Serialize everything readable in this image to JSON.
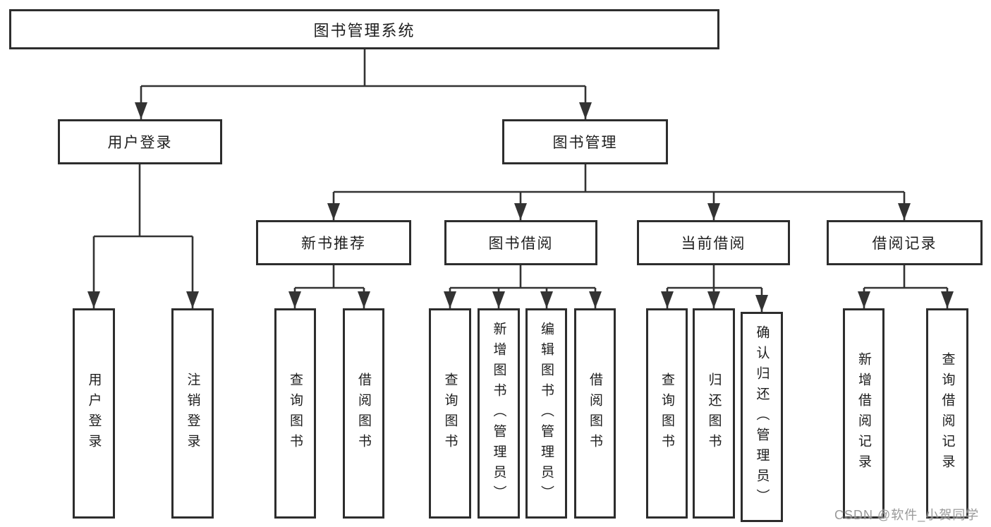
{
  "diagram_type": "hierarchy-functional-structure",
  "colors": {
    "background": "#ffffff",
    "box_border": "#2d2d2d",
    "connector": "#333333",
    "text": "#1e1e1e",
    "watermark": "#8f8f8f"
  },
  "watermark": "CSDN @软件_小贺同学",
  "tree": {
    "label": "图书管理系统",
    "children": [
      {
        "label": "用户登录",
        "children": [
          {
            "label": "用户登录"
          },
          {
            "label": "注销登录"
          }
        ]
      },
      {
        "label": "图书管理",
        "children": [
          {
            "label": "新书推荐",
            "children": [
              {
                "label": "查询图书"
              },
              {
                "label": "借阅图书"
              }
            ]
          },
          {
            "label": "图书借阅",
            "children": [
              {
                "label": "查询图书"
              },
              {
                "label": "新增图书（管理员）"
              },
              {
                "label": "编辑图书（管理员）"
              },
              {
                "label": "借阅图书"
              }
            ]
          },
          {
            "label": "当前借阅",
            "children": [
              {
                "label": "查询图书"
              },
              {
                "label": "归还图书"
              },
              {
                "label": "确认归还（管理员）"
              }
            ]
          },
          {
            "label": "借阅记录",
            "children": [
              {
                "label": "新增借阅记录"
              },
              {
                "label": "查询借阅记录"
              }
            ]
          }
        ]
      }
    ]
  }
}
